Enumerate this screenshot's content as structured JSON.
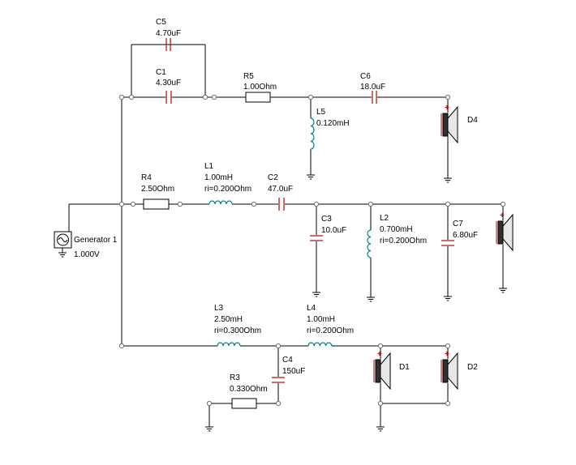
{
  "components": {
    "c5": {
      "name": "C5",
      "value": "4.70uF"
    },
    "c1": {
      "name": "C1",
      "value": "4.30uF"
    },
    "r5": {
      "name": "R5",
      "value": "1.00Ohm"
    },
    "c6": {
      "name": "C6",
      "value": "18.0uF"
    },
    "l5": {
      "name": "L5",
      "value": "0.120mH"
    },
    "d4": {
      "name": "D4"
    },
    "r4": {
      "name": "R4",
      "value": "2.50Ohm"
    },
    "l1": {
      "name": "L1",
      "value": "1.00mH",
      "ri": "ri=0.200Ohm"
    },
    "c2": {
      "name": "C2",
      "value": "47.0uF"
    },
    "c3": {
      "name": "C3",
      "value": "10.0uF"
    },
    "l2": {
      "name": "L2",
      "value": "0.700mH",
      "ri": "ri=0.200Ohm"
    },
    "c7": {
      "name": "C7",
      "value": "6.80uF"
    },
    "gen": {
      "name": "Generator 1",
      "value": "1.000V"
    },
    "l3": {
      "name": "L3",
      "value": "2.50mH",
      "ri": "ri=0.300Ohm"
    },
    "l4": {
      "name": "L4",
      "value": "1.00mH",
      "ri": "ri=0.200Ohm"
    },
    "c4": {
      "name": "C4",
      "value": "150uF"
    },
    "r3": {
      "name": "R3",
      "value": "0.330Ohm"
    },
    "d1": {
      "name": "D1"
    },
    "d2": {
      "name": "D2"
    }
  },
  "speaker_polarity": "+"
}
